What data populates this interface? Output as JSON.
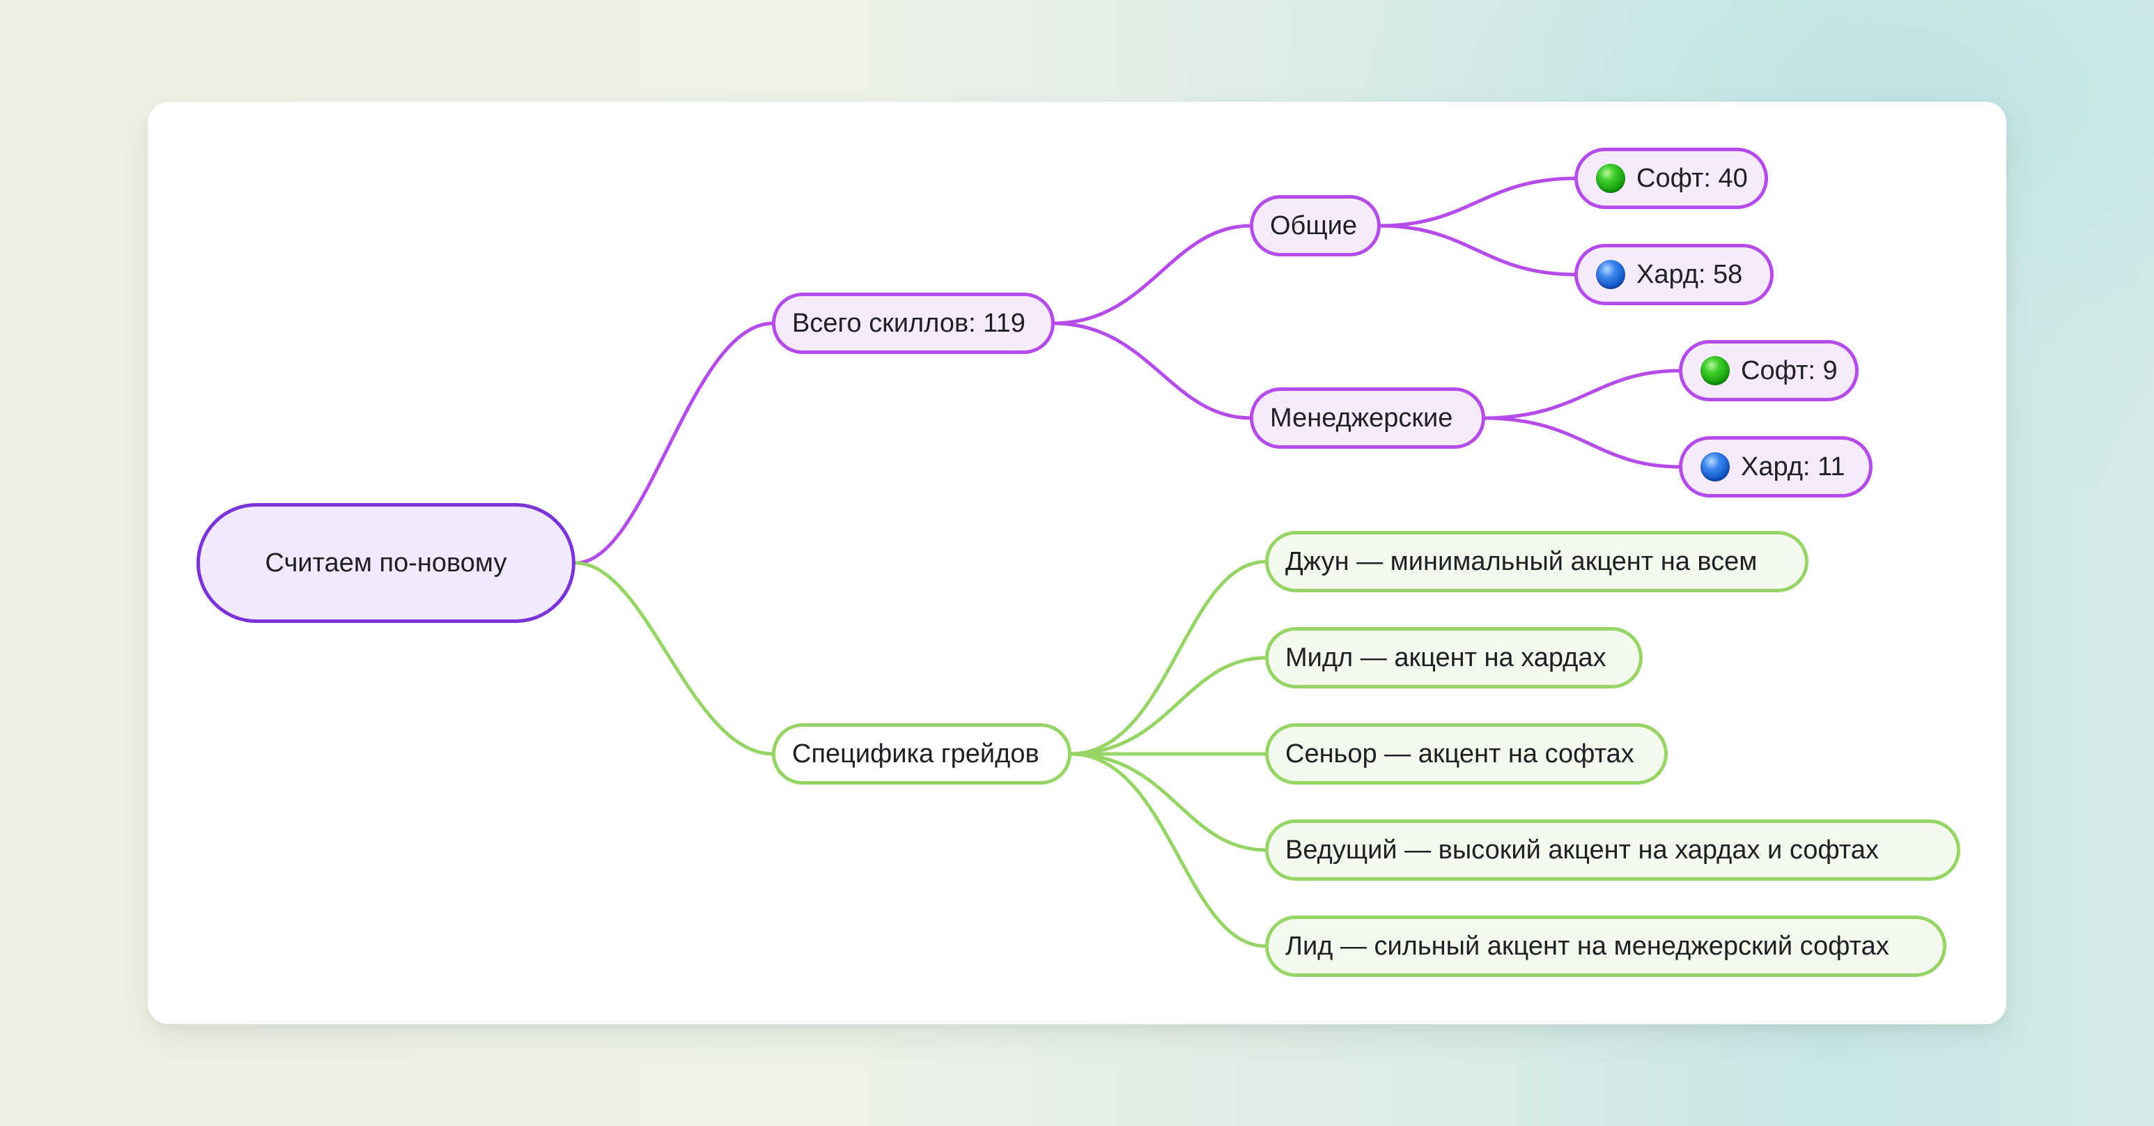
{
  "mindmap": {
    "root": "Считаем по-новому",
    "total_skills": "Всего скиллов: 119",
    "general": {
      "label": "Общие",
      "soft": "Софт: 40",
      "hard": "Хард: 58"
    },
    "managerial": {
      "label": "Менеджерские",
      "soft": "Софт: 9",
      "hard": "Хард: 11"
    },
    "grades": {
      "label": "Специфика грейдов",
      "items": [
        "Джун — минимальный акцент на всем",
        "Мидл — акцент на хардах",
        "Сеньор — акцент на софтах",
        "Ведущий — высокий акцент на хардах и софтах",
        "Лид — сильный акцент на менеджерский софтах"
      ]
    }
  },
  "colors": {
    "root_border": "#7a33d8",
    "purple_branch": "#b44bea",
    "green_branch": "#96d465",
    "soft_dot": "green-circle-icon",
    "hard_dot": "blue-circle-icon"
  }
}
